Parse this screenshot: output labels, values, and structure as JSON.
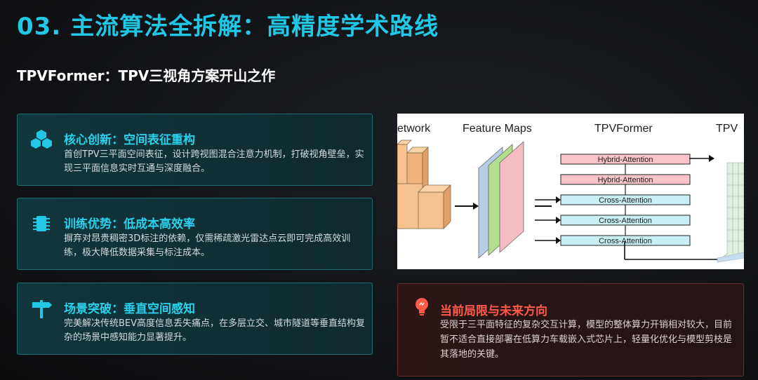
{
  "title": "03. 主流算法全拆解：高精度学术路线",
  "subtitle": "TPVFormer：TPV三视角方案开山之作",
  "cards": [
    {
      "icon": "cubes-icon",
      "heading": "核心创新：空间表征重构",
      "body": "首创TPV三平面空间表征，设计跨视图混合注意力机制，打破视角壁垒，实现三平面信息实时互通与深度融合。"
    },
    {
      "icon": "chip-icon",
      "heading": "训练优势：低成本高效率",
      "body": "摒弃对昂贵稠密3D标注的依赖，仅需稀疏激光雷达点云即可完成高效训练，极大降低数据采集与标注成本。"
    },
    {
      "icon": "signpost-icon",
      "heading": "场景突破：垂直空间感知",
      "body": "完美解决传统BEV高度信息丢失痛点，在多层立交、城市隧道等垂直结构复杂的场景中感知能力显著提升。"
    }
  ],
  "diagram": {
    "col_network": "etwork",
    "col_feature_maps": "Feature Maps",
    "col_tpvformer": "TPVFormer",
    "col_tpv": "TPV",
    "blocks": [
      "Hybrid-Attention",
      "Hybrid-Attention",
      "Cross-Attention",
      "Cross-Attention",
      "Cross-Attention"
    ],
    "colors": {
      "hybrid": "#f6c4c9",
      "cross": "#c9eef4",
      "orange": "#f5c290",
      "blue": "#b7cde6",
      "green": "#b4de8e",
      "pink": "#f3bdc2"
    }
  },
  "limitation": {
    "icon": "lightbulb-icon",
    "heading": "当前局限与未来方向",
    "body": "受限于三平面特征的复杂交互计算，模型的整体算力开销相对较大，目前暂不适合直接部署在低算力车载嵌入式芯片上，轻量化优化与模型剪枝是其落地的关键。"
  }
}
